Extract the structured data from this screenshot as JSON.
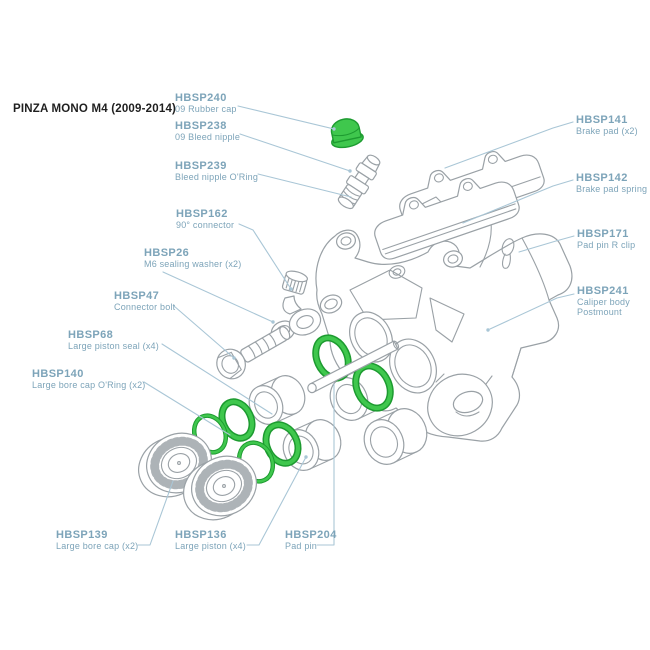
{
  "title": "PINZA MONO M4 (2009-2014)",
  "colors": {
    "label": "#7da4b9",
    "leader": "#a9c6d6",
    "green": "#3fc74d",
    "green_dark": "#1d9b30",
    "title": "#1f1f1f"
  },
  "labels": [
    {
      "code": "HBSP240",
      "desc": "09 Rubber cap"
    },
    {
      "code": "HBSP238",
      "desc": "09 Bleed nipple"
    },
    {
      "code": "HBSP239",
      "desc": "Bleed nipple O'Ring"
    },
    {
      "code": "HBSP162",
      "desc": "90° connector"
    },
    {
      "code": "HBSP26",
      "desc": "M6 sealing washer (x2)"
    },
    {
      "code": "HBSP47",
      "desc": "Connector bolt"
    },
    {
      "code": "HBSP68",
      "desc": "Large piston seal (x4)"
    },
    {
      "code": "HBSP140",
      "desc": "Large bore cap O'Ring (x2)"
    },
    {
      "code": "HBSP139",
      "desc": "Large bore cap (x2)"
    },
    {
      "code": "HBSP136",
      "desc": "Large piston (x4)"
    },
    {
      "code": "HBSP204",
      "desc": "Pad pin"
    },
    {
      "code": "HBSP141",
      "desc": "Brake pad (x2)"
    },
    {
      "code": "HBSP142",
      "desc": "Brake pad spring"
    },
    {
      "code": "HBSP171",
      "desc": "Pad pin R clip"
    },
    {
      "code": "HBSP241",
      "desc": "Caliper body Postmount"
    }
  ]
}
